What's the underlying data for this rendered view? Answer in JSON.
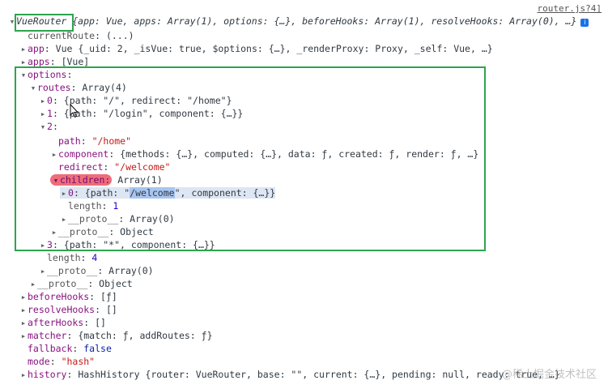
{
  "source_link": "router.js?4]",
  "info_icon_label": "i",
  "root": {
    "name": "VueRouter",
    "summary": " {app: Vue, apps: Array(1), options: {…}, beforeHooks: Array(1), resolveHooks: Array(0), …}"
  },
  "lines": {
    "currentRoute": {
      "key": "currentRoute",
      "value": "(...)"
    },
    "app": {
      "key": "app",
      "value": "Vue {_uid: 2, _isVue: true, $options: {…}, _renderProxy: Proxy, _self: Vue, …}"
    },
    "apps": {
      "key": "apps",
      "value": "[Vue]"
    },
    "options": {
      "key": "options"
    },
    "routes": {
      "key": "routes",
      "value": "Array(4)"
    },
    "r0": {
      "key": "0",
      "value": "{path: \"/\", redirect: \"/home\"}"
    },
    "r1": {
      "key": "1",
      "value": "{path: \"/login\", component: {…}}"
    },
    "r2": {
      "key": "2"
    },
    "r2_path": {
      "key": "path",
      "value": "\"/home\""
    },
    "r2_component": {
      "key": "component",
      "value": "{methods: {…}, computed: {…}, data: ƒ, created: ƒ, render: ƒ, …}"
    },
    "r2_redirect": {
      "key": "redirect",
      "value": "\"/welcome\""
    },
    "children": {
      "key": "children",
      "value": "Array(1)"
    },
    "c0_key": "0",
    "c0_pre": "{path: \"",
    "c0_sel": "/welcome",
    "c0_post": "\", component: {…}}",
    "children_length": {
      "key": "length",
      "value": "1"
    },
    "children_proto": {
      "key": "__proto__",
      "value": "Array(0)"
    },
    "r2_proto": {
      "key": "__proto__",
      "value": "Object"
    },
    "r3": {
      "key": "3",
      "value": "{path: \"*\", component: {…}}"
    },
    "routes_length": {
      "key": "length",
      "value": "4"
    },
    "routes_proto": {
      "key": "__proto__",
      "value": "Array(0)"
    },
    "options_proto": {
      "key": "__proto__",
      "value": "Object"
    },
    "beforeHooks": {
      "key": "beforeHooks",
      "value": "[ƒ]"
    },
    "resolveHooks": {
      "key": "resolveHooks",
      "value": "[]"
    },
    "afterHooks": {
      "key": "afterHooks",
      "value": "[]"
    },
    "matcher": {
      "key": "matcher",
      "value": "{match: ƒ, addRoutes: ƒ}"
    },
    "fallback": {
      "key": "fallback",
      "value": "false"
    },
    "mode": {
      "key": "mode",
      "value": "\"hash\""
    },
    "history": {
      "key": "history",
      "value": "HashHistory {router: VueRouter, base: \"\", current: {…}, pending: null, ready: true, …}"
    }
  },
  "watermark": "@稀土掘金技术社区",
  "colors": {
    "highlight_box": "#2ea44f",
    "children_highlight": "#ef6c7a",
    "selection": "#a8c5f0",
    "key": "#881280",
    "string": "#c41a16",
    "number": "#1c00cf"
  }
}
